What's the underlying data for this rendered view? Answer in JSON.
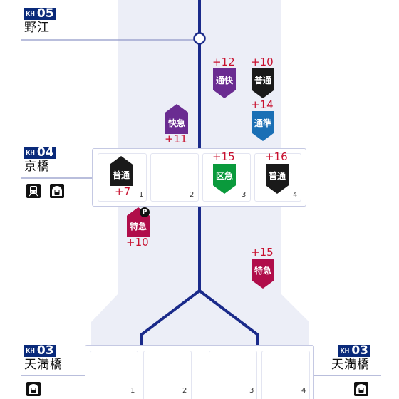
{
  "stations": {
    "noe": {
      "code_prefix": "KH",
      "code_number": "05",
      "name": "野江"
    },
    "kyobashi": {
      "code_prefix": "KH",
      "code_number": "04",
      "name": "京橋"
    },
    "temmabashi_left": {
      "code_prefix": "KH",
      "code_number": "03",
      "name": "天満橋"
    },
    "temmabashi_right": {
      "code_prefix": "KH",
      "code_number": "03",
      "name": "天満橋"
    }
  },
  "kyobashi_tracks": [
    "1",
    "2",
    "3",
    "4"
  ],
  "temmabashi_tracks": [
    "1",
    "2",
    "3",
    "4"
  ],
  "trains": [
    {
      "id": "local-kyobashi-1",
      "type": "普通",
      "delta": "+7",
      "color": "#1a1a1a"
    },
    {
      "id": "express-kyobashi-3",
      "type": "区急",
      "delta": "+15",
      "color": "#0a9a3c"
    },
    {
      "id": "local-kyobashi-4",
      "type": "普通",
      "delta": "+16",
      "color": "#1a1a1a"
    },
    {
      "id": "rapid-express",
      "type": "快急",
      "delta": "+11",
      "color": "#6a2c91"
    },
    {
      "id": "commuter-rapid",
      "type": "通快",
      "delta": "+12",
      "color": "#6a2c91"
    },
    {
      "id": "local-upper",
      "type": "普通",
      "delta": "+10",
      "color": "#1a1a1a"
    },
    {
      "id": "commuter-semi",
      "type": "通準",
      "delta": "+14",
      "color": "#1a6fb5"
    },
    {
      "id": "limited-left",
      "type": "特急",
      "delta": "+10",
      "color": "#b00d4a",
      "badge_mark": "P"
    },
    {
      "id": "limited-right",
      "type": "特急",
      "delta": "+15",
      "color": "#b00d4a"
    }
  ],
  "facility_icons": [
    "train-icon",
    "subway-icon"
  ],
  "colors": {
    "line": "#1a2a8a",
    "corridor": "#eceef7",
    "delay": "#c8102e"
  }
}
